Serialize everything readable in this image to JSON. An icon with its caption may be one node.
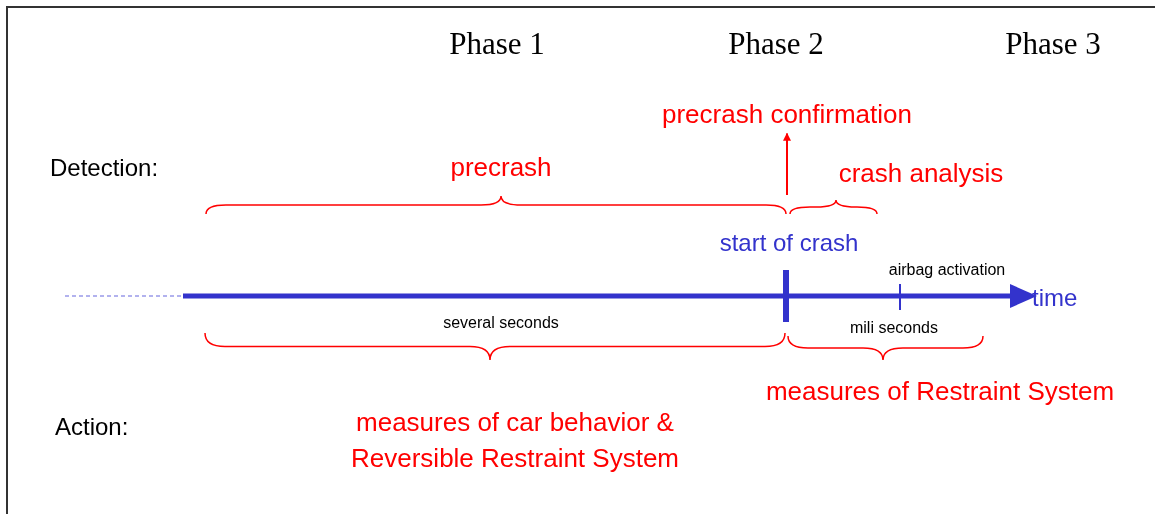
{
  "diagram": {
    "nodes": [
      {
        "text": [
          "precrash confirmation"
        ]
      },
      {
        "text": [],
        "shape": "brace"
      }
    ],
    "edges": [
      {
        "from": 1,
        "to": 0,
        "arrow": "to"
      }
    ],
    "labels": [
      "Phase 1",
      "Phase 2",
      "Phase 3",
      "Detection:",
      "precrash",
      "crash analysis",
      "start of crash",
      "airbag activation",
      "time",
      "several seconds",
      "mili seconds",
      "Action:",
      "measures of car behavior & Reversible Restraint System",
      "measures of Restraint System"
    ]
  }
}
